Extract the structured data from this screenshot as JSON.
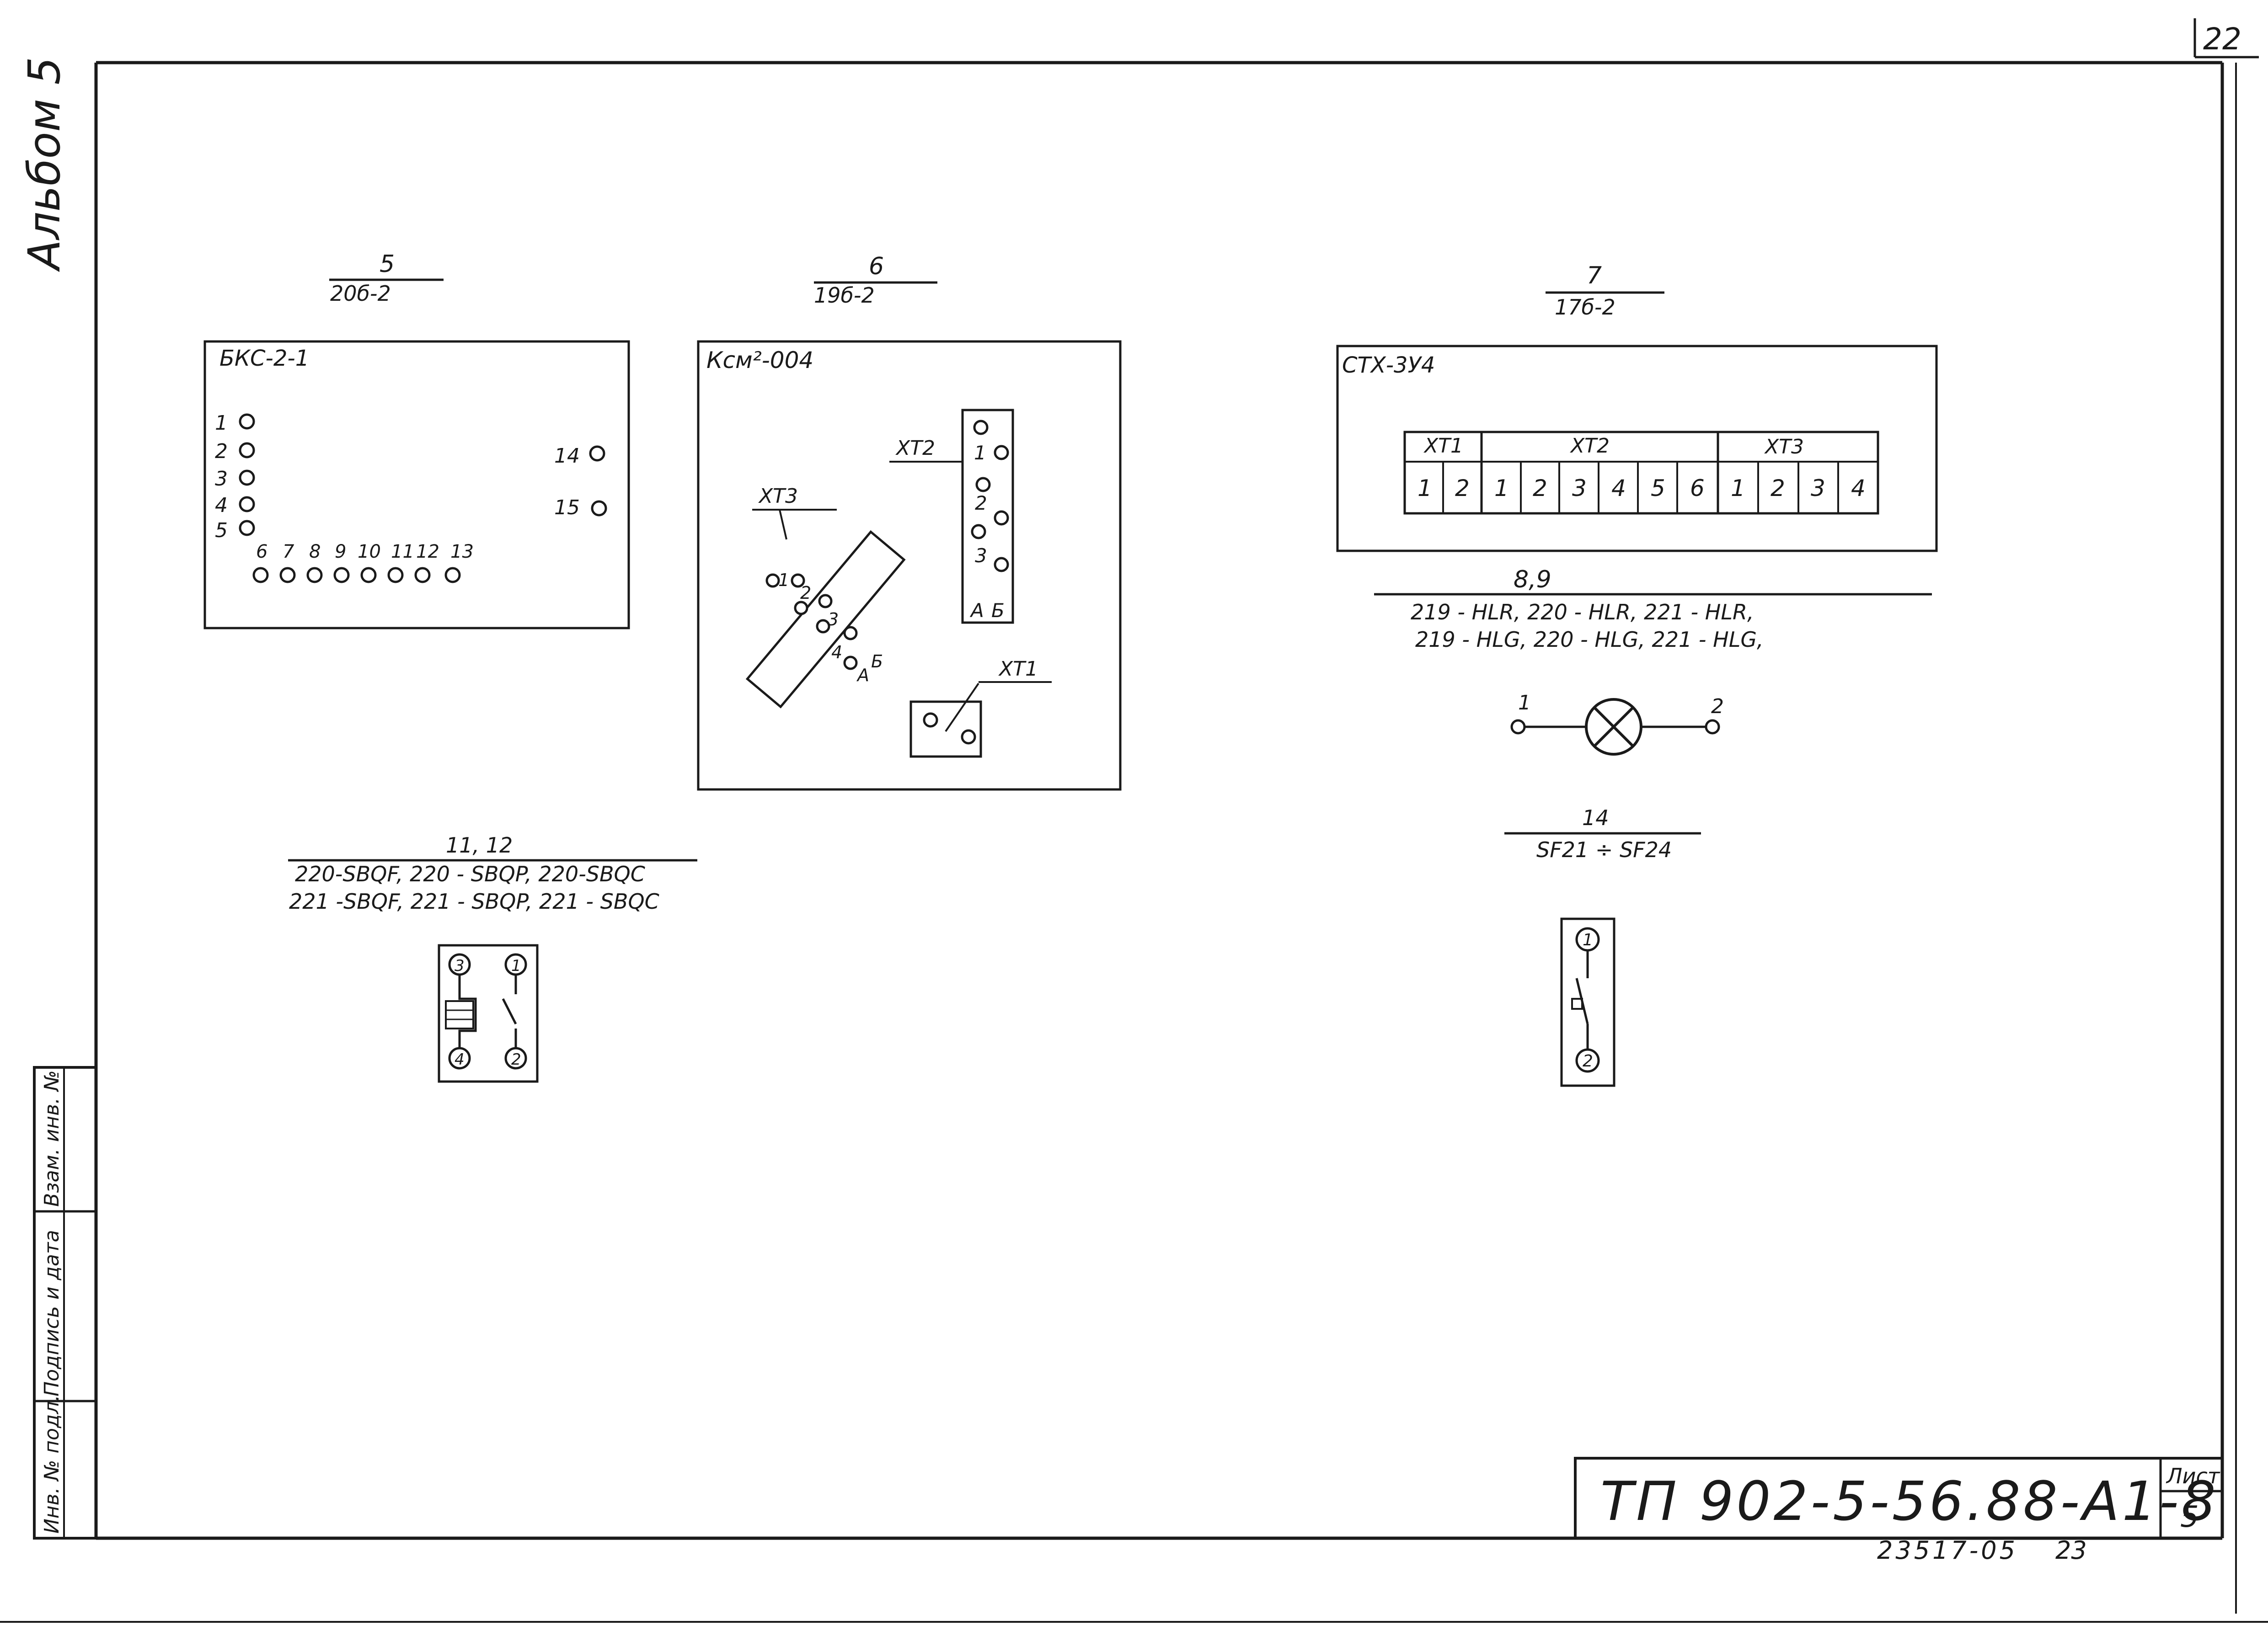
{
  "sheet_number": "22",
  "album_label": "Альбом 5",
  "side_stamp": {
    "vzam_inv": "Взам. инв. №",
    "podpis_data": "Подпись и дата",
    "inv_podl": "Инв. № подл."
  },
  "title_block": {
    "code": "ТП 902-5-56.88-А1-8",
    "list_label": "Лист",
    "list_number": "5",
    "archive_number": "23517-05",
    "archive_suffix": "23"
  },
  "blocks": {
    "b5": {
      "ref_top": "5",
      "ref_bottom": "20б-2",
      "device": "БКС-2-1",
      "pins": [
        "1",
        "2",
        "3",
        "4",
        "5",
        "6",
        "7",
        "8",
        "9",
        "10",
        "11",
        "12",
        "13",
        "14",
        "15"
      ]
    },
    "b6": {
      "ref_top": "6",
      "ref_bottom": "19б-2",
      "device": "Ксм²-004",
      "xt1": "ХТ1",
      "xt2": "ХТ2",
      "xt3": "ХТ3",
      "xt2_pins": [
        "1",
        "2",
        "3"
      ],
      "xt2_labels": [
        "А",
        "Б"
      ],
      "xt3_pins": [
        "1",
        "2",
        "3",
        "4"
      ],
      "xt3_labels": [
        "А",
        "Б"
      ]
    },
    "b7": {
      "ref_top": "7",
      "ref_bottom": "17б-2",
      "device": "СТХ-3У4",
      "groups": [
        {
          "name": "ХТ1",
          "pins": [
            "1",
            "2"
          ]
        },
        {
          "name": "ХТ2",
          "pins": [
            "1",
            "2",
            "3",
            "4",
            "5",
            "6"
          ]
        },
        {
          "name": "ХТ3",
          "pins": [
            "1",
            "2",
            "3",
            "4"
          ]
        }
      ]
    },
    "b89": {
      "ref_top": "8,9",
      "line1": "219 - HLR, 220 - HLR, 221 - HLR,",
      "line2": "219 - HLG, 220 - HLG, 221 - HLG,",
      "pin1": "1",
      "pin2": "2"
    },
    "b1112": {
      "ref_top": "11, 12",
      "line1": "220-SBQF, 220 - SBQP, 220-SBQC",
      "line2": "221 -SBQF, 221 - SBQP, 221 - SBQC",
      "pins": [
        "3",
        "1",
        "4",
        "2"
      ]
    },
    "b14": {
      "ref_top": "14",
      "ref_bottom": "SF21 ÷ SF24",
      "pins": [
        "1",
        "2"
      ]
    }
  }
}
